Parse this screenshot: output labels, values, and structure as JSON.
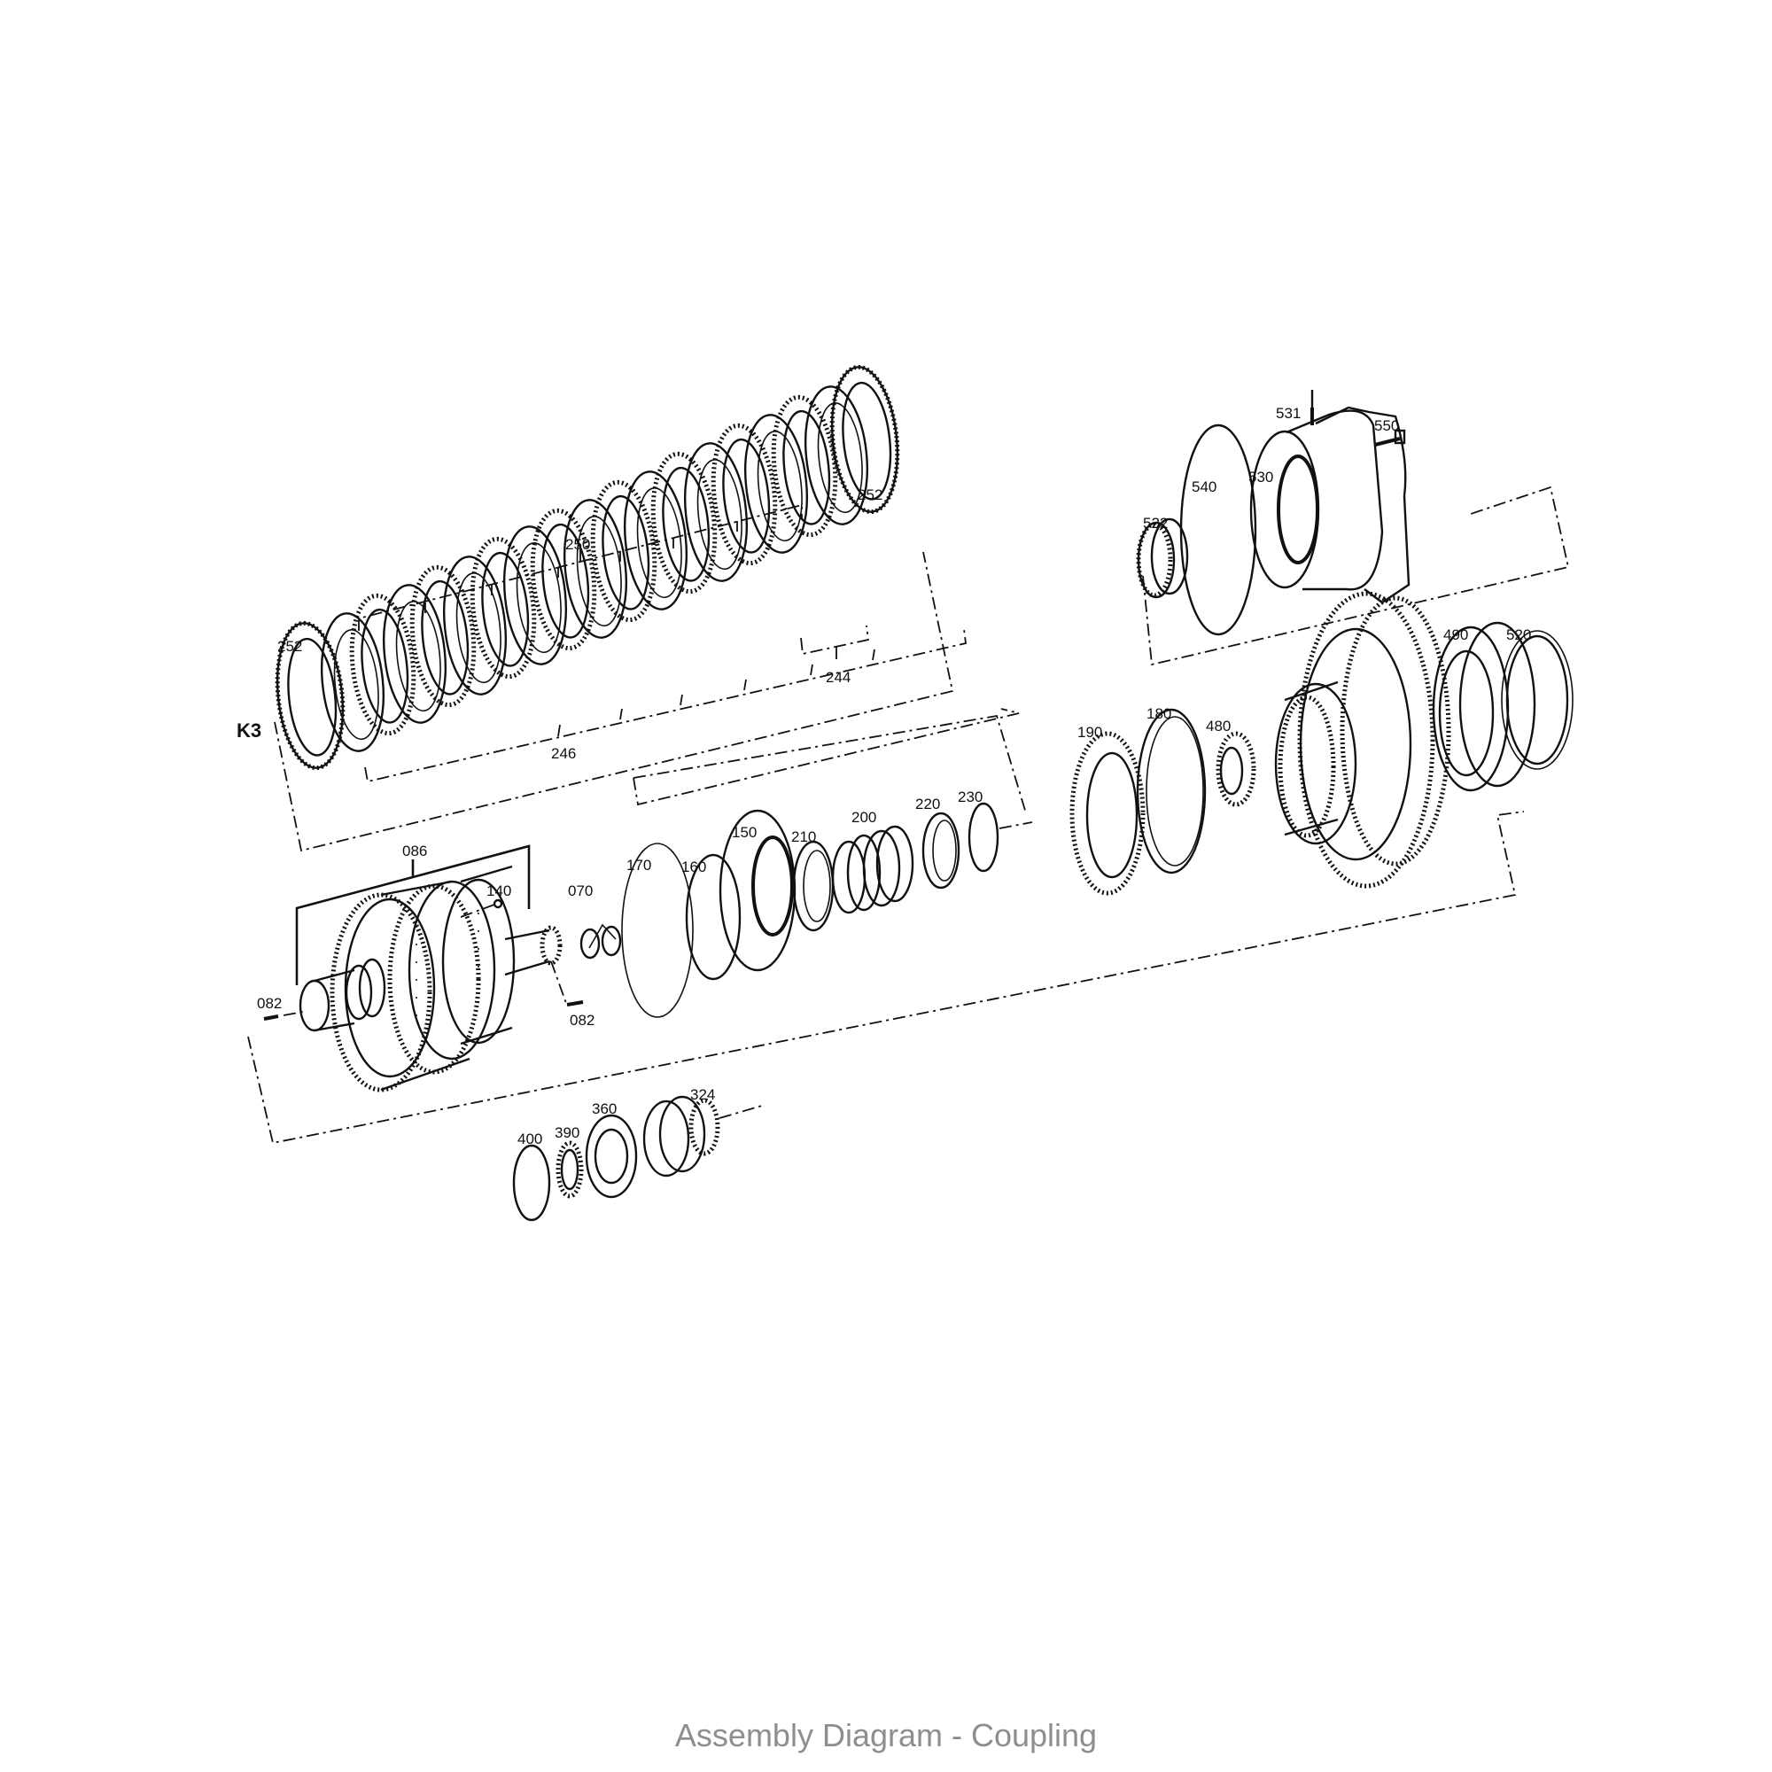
{
  "diagram": {
    "group_label": "K3",
    "caption": "Assembly Diagram - Coupling",
    "parts": {
      "p252_left": "252",
      "p252_right": "252",
      "p250": "250",
      "p246": "246",
      "p244": "244",
      "p086": "086",
      "p140": "140",
      "p082_left": "082",
      "p082_right": "082",
      "p070": "070",
      "p170": "170",
      "p160": "160",
      "p150": "150",
      "p210": "210",
      "p200": "200",
      "p220": "220",
      "p230": "230",
      "p190": "190",
      "p180": "180",
      "p480": "480",
      "p490": "490",
      "p520": "520",
      "p522": "522",
      "p540": "540",
      "p530": "530",
      "p531": "531",
      "p550": "550",
      "p400": "400",
      "p390": "390",
      "p360": "360",
      "p324": "324"
    }
  }
}
